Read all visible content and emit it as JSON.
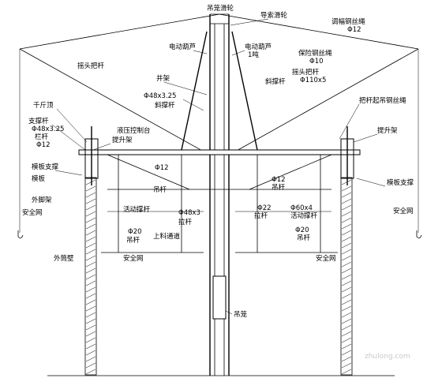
{
  "labels": {
    "cage_pulley": "吊笼滑轮",
    "guide_pulley": "导索滑轮",
    "luffing_rope": "调幅钢丝绳",
    "luffing_rope_size": "Φ12",
    "electric_hoist_1": "电动葫芦",
    "electric_hoist_2": "电动葫芦",
    "hoist_capacity": "1吨",
    "safety_rope": "保险钢丝绳",
    "safety_rope_size": "Φ10",
    "rocker_arm_left": "摇头把杆",
    "rocker_arm_right": "摇头把杆",
    "rocker_arm_size": "Φ110x5",
    "derrick": "井架",
    "brace_size": "Φ48x3.25",
    "diagonal_brace_right": "斜撑杆",
    "diagonal_brace_center": "斜撑杆",
    "boom_lift_rope": "把杆起吊钢丝绳",
    "jack": "千斤顶",
    "support": "支撑杆",
    "support_size": "Φ48x3.25",
    "column_rod": "栏杆",
    "column_rod_size": "Φ12",
    "hydraulic_console": "液压控制台",
    "lifting_frame_left": "提升架",
    "lifting_frame_right": "提升架",
    "formwork_support_left": "模板支撑",
    "formwork_support_right": "模板支撑",
    "formwork": "模板",
    "outer_frame": "外脚架",
    "safety_net_1": "安全网",
    "safety_net_2": "安全网",
    "safety_net_3": "安全网",
    "safety_net_4": "安全网",
    "hanger_size_1": "Φ12",
    "hanger_1": "吊杆",
    "hanger_size_2": "Φ12",
    "hanger_2": "吊杆",
    "movable_brace_1": "活动撑杆",
    "movable_brace_2": "活动撑杆",
    "pipe_size": "Φ48x3",
    "tie_rod_1": "拉杆",
    "tie_rod_size": "Φ22",
    "tie_rod_2": "拉杆",
    "movable_size": "Φ60x4",
    "hanger_size_3": "Φ20",
    "hanger_3": "吊杆",
    "hanger_size_4": "Φ20",
    "hanger_4": "吊杆",
    "feed_passage": "上料通道",
    "outer_wall": "外筒壁",
    "cage": "吊笼"
  },
  "watermark": "zhulong.com"
}
